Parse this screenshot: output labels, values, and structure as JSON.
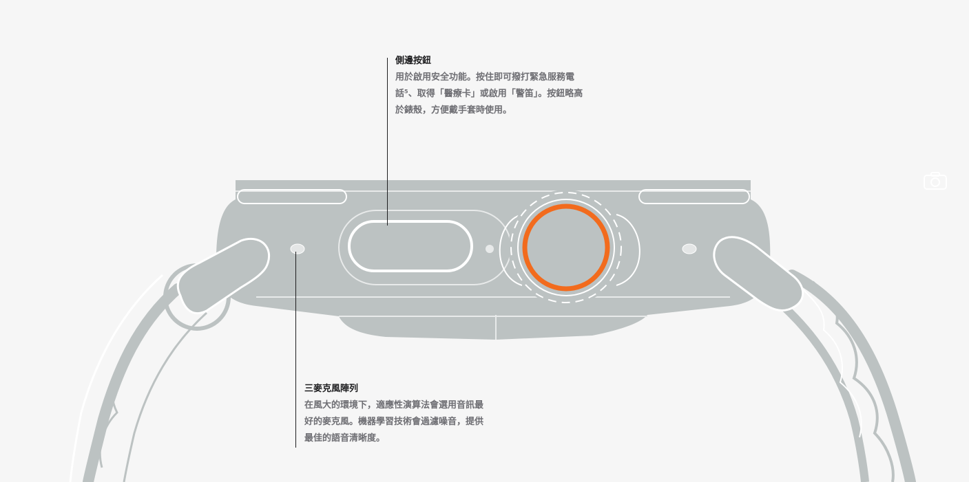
{
  "callouts": {
    "side_button": {
      "title": "側邊按鈕",
      "lines": [
        "用於啟用安全功能。按住即可撥打緊急服務電",
        "話⁵、取得「醫療卡」或啟用「警笛」。按鈕略高",
        "於錶殼，方便戴手套時使用。"
      ]
    },
    "microphone": {
      "title": "三麥克風陣列",
      "lines": [
        "在風大的環境下，適應性演算法會選用音訊最",
        "好的麥克風。機器學習技術會過濾噪音，提供",
        "最佳的語音清晰度。"
      ]
    }
  },
  "icons": {
    "camera": "camera-icon"
  },
  "colors": {
    "background": "#f6f6f6",
    "case": "#bcc2c2",
    "case_line": "#ffffff",
    "band": "#bcc2c2",
    "crown_accent": "#f26b1d",
    "text_title": "#1d1d1f",
    "text_body": "#6e6e73"
  }
}
